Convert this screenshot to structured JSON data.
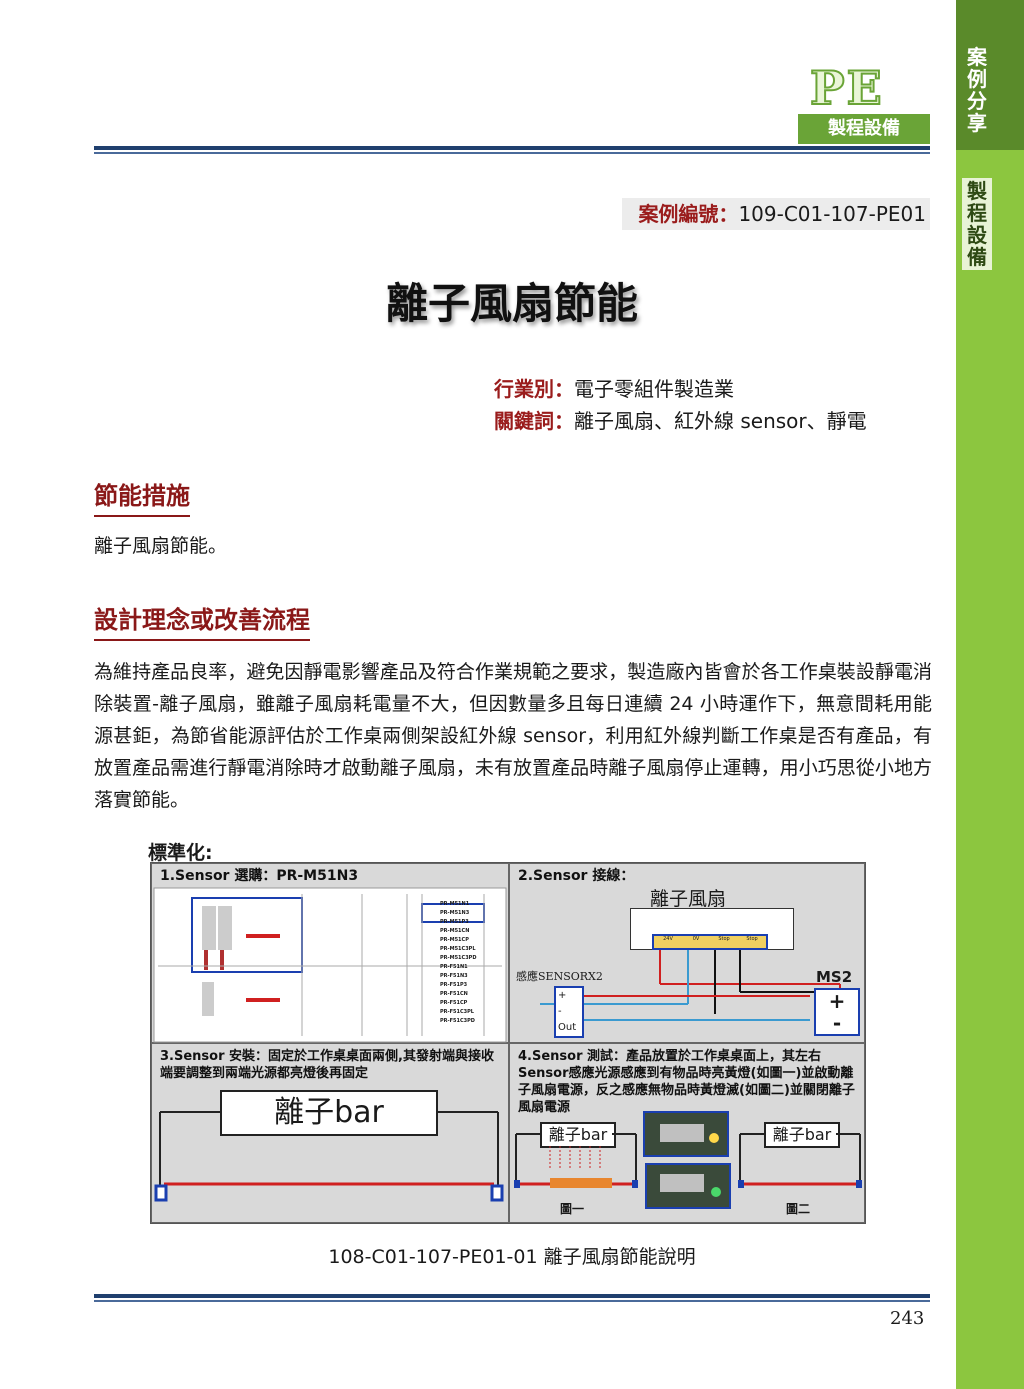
{
  "sidebar": {
    "section_label": [
      "案",
      "例",
      "分",
      "享"
    ],
    "category_label": [
      "製",
      "程",
      "設",
      "備"
    ]
  },
  "header": {
    "logo_text": "PE",
    "category_tag": "製程設備"
  },
  "case": {
    "label": "案例編號：",
    "number": "109-C01-107-PE01"
  },
  "title": "離子風扇節能",
  "meta": {
    "industry_label": "行業別：",
    "industry_value": "電子零組件製造業",
    "keywords_label": "關鍵詞：",
    "keywords_value": "離子風扇、紅外線 sensor、靜電"
  },
  "sections": {
    "measures_heading": "節能措施",
    "measures_text": "離子風扇節能。",
    "design_heading": "設計理念或改善流程",
    "design_text": "為維持產品良率，避免因靜電影響產品及符合作業規範之要求，製造廠內皆會於各工作桌裝設靜電消除裝置-離子風扇，雖離子風扇耗電量不大，但因數量多且每日連續 24 小時運作下，無意間耗用能源甚鉅，為節省能源評估於工作桌兩側架設紅外線 sensor，利用紅外線判斷工作桌是否有產品，有放置產品需進行靜電消除時才啟動離子風扇，未有放置產品時離子風扇停止運轉，用小巧思從小地方落實節能。"
  },
  "figure": {
    "standardization_label": "標準化:",
    "q1_title": "1.Sensor 選購：PR-M51N3",
    "q2_title": "2.Sensor 接線：",
    "q2_fan": "離子風扇",
    "q2_sensor": "感應SENSORX2",
    "q2_ms2": "MS2",
    "q2_terminals": [
      "24V",
      "0V",
      "Stop",
      "Stop"
    ],
    "q2_sensor_terms": [
      "+",
      "-",
      "Out"
    ],
    "q2_ms_terms": [
      "+",
      "-"
    ],
    "q3_text": "3.Sensor 安裝：固定於工作桌桌面兩側,其發射端與接收端要調整到兩端光源都亮燈後再固定",
    "q3_bar": "離子bar",
    "q4_text": "4.Sensor 測試：產品放置於工作桌桌面上，其左右Sensor感應光源感應到有物品時亮黃燈(如圖一)並啟動離子風扇電源，反之感應無物品時黃燈滅(如圖二)並關閉離子風扇電源",
    "q4_bar_left": "離子bar",
    "q4_bar_right": "離子bar",
    "q4_fig1": "圖一",
    "q4_fig2": "圖二",
    "table_rows": [
      "PR-M51N1",
      "PR-M51N3",
      "PR-M51P3",
      "PR-M51CN",
      "PR-M51CP",
      "PR-M51C3PL",
      "PR-M51C3PD",
      "PR-F51N1",
      "PR-F51N3",
      "PR-F51P3",
      "PR-F51CN",
      "PR-F51CP",
      "PR-F51C3PL",
      "PR-F51C3PD"
    ]
  },
  "caption": "108-C01-107-PE01-01  離子風扇節能說明",
  "page_number": "243",
  "colors": {
    "sidebar": "#8cc63f",
    "heading": "#8a1818",
    "rule": "#1f3f6e"
  }
}
